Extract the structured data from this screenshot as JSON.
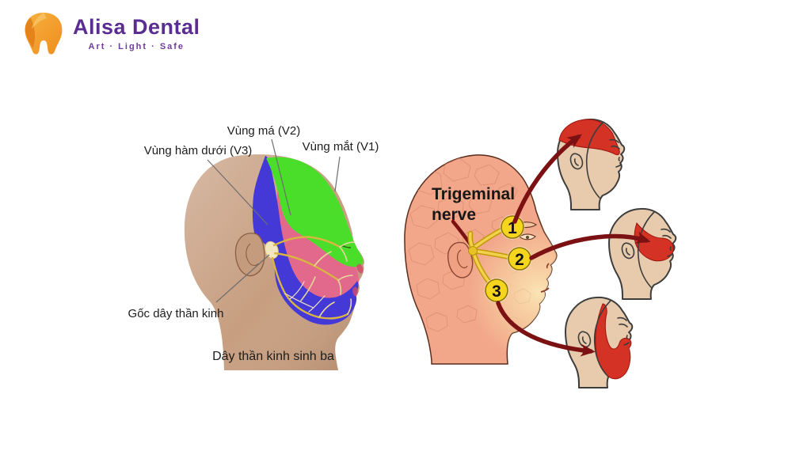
{
  "logo": {
    "name": "Alisa Dental",
    "tagline": "Art · Light · Safe",
    "brand_purple": "#5b2c91",
    "tooth_orange": "#f09a2a"
  },
  "left_diagram": {
    "labels": {
      "v2": "Vùng má (V2)",
      "v3": "Vùng hàm dưới (V3)",
      "v1": "Vùng mắt (V1)",
      "nerve_root": "Gốc dây thần kinh"
    },
    "caption": "Dây thần kinh sinh ba",
    "colors": {
      "v1_green": "#4ade2a",
      "v2_pink": "#e2698c",
      "v3_blue": "#4439d6",
      "nerve_yellow": "#d9b542",
      "skin": "#c79e80"
    }
  },
  "right_diagram": {
    "title_line1": "Trigeminal",
    "title_line2": "nerve",
    "branch_numbers": [
      "1",
      "2",
      "3"
    ],
    "colors": {
      "head_skin": "#f2a78b",
      "small_head_skin": "#e8cbac",
      "highlight_red": "#d53226",
      "arrow_maroon": "#7c1114",
      "circle_yellow": "#f6d51f"
    }
  }
}
